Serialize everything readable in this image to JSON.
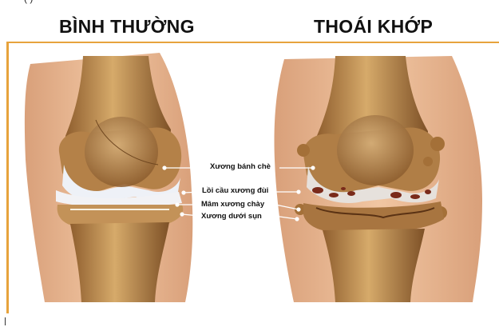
{
  "header": {
    "top_fragment": "(                                 )",
    "title_normal": "BÌNH THƯỜNG",
    "title_osteoarthritis": "THOÁI KHỚP"
  },
  "labels": {
    "patella": "Xương bánh chè",
    "femoral_condyle": "Lồi cầu xương đùi",
    "tibial_plateau": "Mâm xương chày",
    "subchondral_bone": "Xương dưới sụn"
  },
  "colors": {
    "accent": "#e7a33c",
    "skin": "#e8b48e",
    "bone": "#c99a5a",
    "bone_dark": "#8a5a2b",
    "cartilage": "#eef1f7",
    "lesion": "#7a2a1a"
  }
}
